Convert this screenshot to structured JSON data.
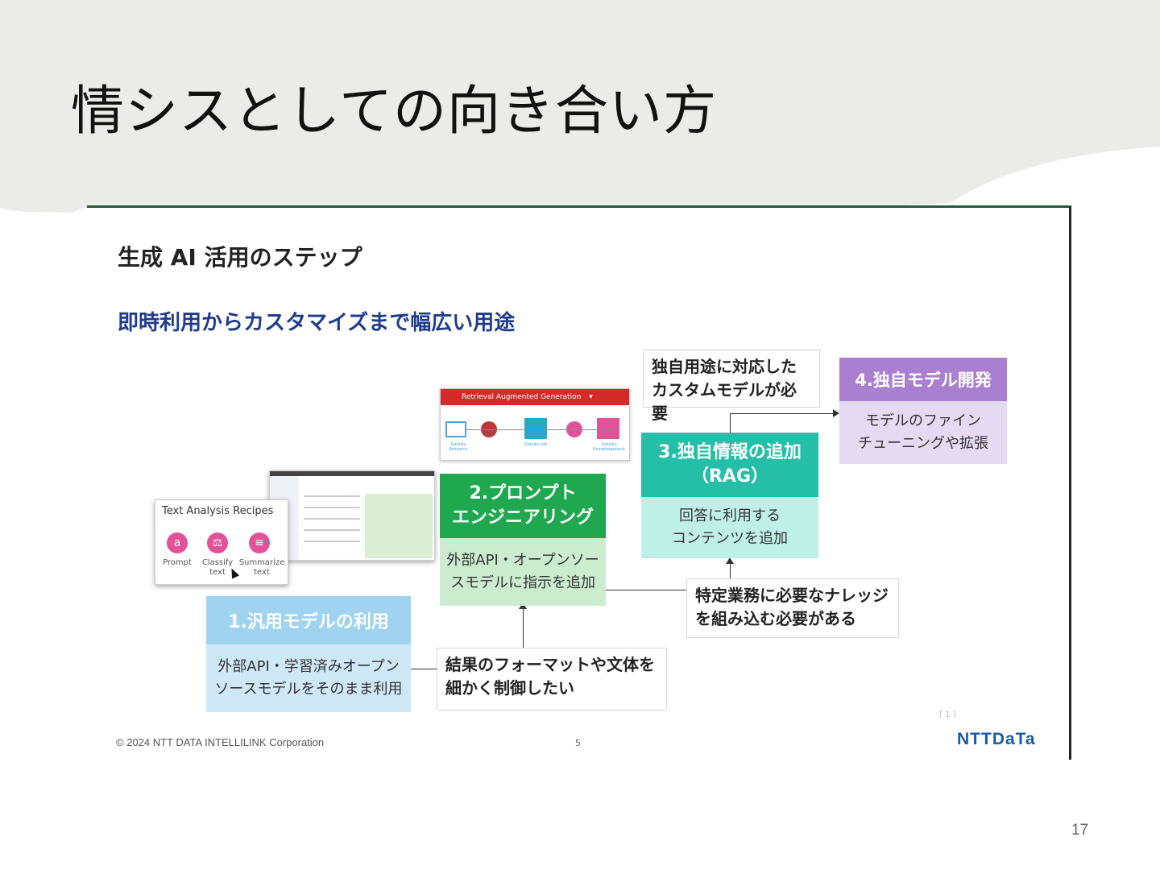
{
  "slide": {
    "title": "情シスとしての向き合い方",
    "page_number": "17"
  },
  "card": {
    "heading": "生成 AI 活用のステップ",
    "subheading": "即時利用からカスタマイズまで幅広い用途",
    "footer_copyright": "© 2024 NTT DATA INTELLILINK Corporation",
    "footer_page": "5",
    "logo_text": "NTTDaTa",
    "tiny_mark": "[ 1 ]"
  },
  "steps": [
    {
      "title": "1.汎用モデルの利用",
      "desc_line1": "外部API・学習済みオープン",
      "desc_line2": "ソースモデルをそのまま利用",
      "color_top": "#9fd3f0",
      "color_bottom": "#cfe8f8"
    },
    {
      "title_line1": "2.プロンプト",
      "title_line2": "エンジニアリング",
      "desc_line1": "外部API・オープンソー",
      "desc_line2": "スモデルに指示を追加",
      "color_top": "#1fa84f",
      "color_bottom": "#cbeccf"
    },
    {
      "title_line1": "3.独自情報の追加",
      "title_line2": "（RAG）",
      "desc_line1": "回答に利用する",
      "desc_line2": "コンテンツを追加",
      "color_top": "#24bfa6",
      "color_bottom": "#bff0e8"
    },
    {
      "title": "4.独自モデル開発",
      "desc_line1": "モデルのファイン",
      "desc_line2": "チューニングや拡張",
      "color_top": "#a97fd0",
      "color_bottom": "#e6daf3"
    }
  ],
  "notes": {
    "format": {
      "line1": "結果のフォーマットや文体を",
      "line2": "細かく制御したい"
    },
    "knowledge": {
      "line1": "特定業務に必要なナレッジ",
      "line2": "を組み込む必要がある"
    },
    "custom": {
      "line1": "独自用途に対応した",
      "line2": "カスタムモデルが必要"
    }
  },
  "recipes": {
    "title": "Text Analysis Recipes",
    "items": [
      {
        "label_line1": "Prompt",
        "label_line2": ""
      },
      {
        "label_line1": "Classify",
        "label_line2": "text"
      },
      {
        "label_line1": "Summarize",
        "label_line2": "text"
      }
    ]
  },
  "rag_panel": {
    "header": "Retrieval Augmented Generation",
    "nodes": [
      "Dataiku Research",
      "Dataiku Job",
      "Dataiku Knowledgebank"
    ]
  }
}
